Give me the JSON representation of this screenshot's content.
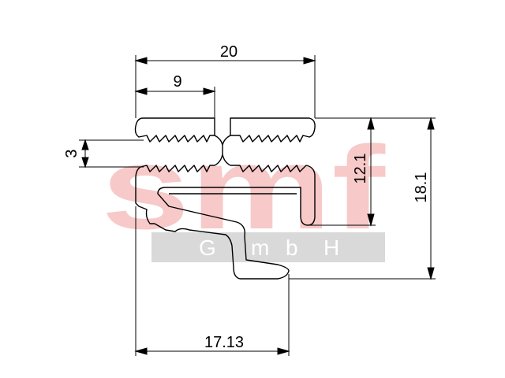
{
  "watermark": {
    "brand": "smf",
    "sub": [
      "G",
      "m",
      "b",
      "H"
    ],
    "brand_color": "#f7c9c9",
    "band_color": "#d9d9d9"
  },
  "dimensions": {
    "overall_width": "20",
    "upper_width": "9",
    "groove": "3",
    "inner_height": "12.1",
    "overall_height": "18.1",
    "bottom_width": "17.13"
  },
  "colors": {
    "line": "#000000",
    "background": "#ffffff"
  }
}
